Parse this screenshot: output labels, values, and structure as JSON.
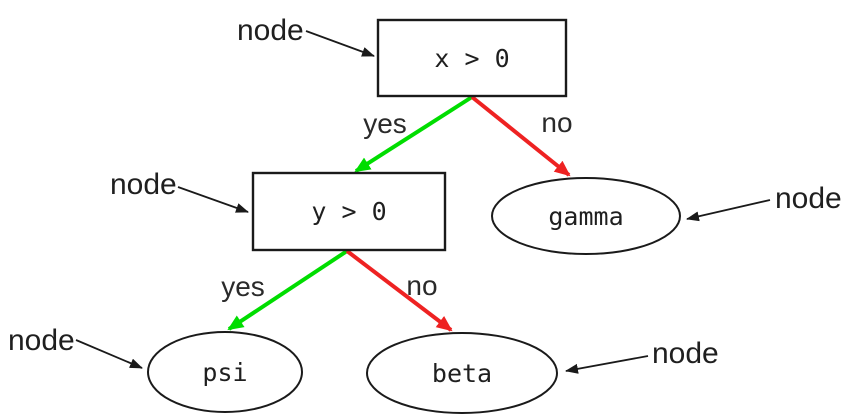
{
  "diagram": {
    "type": "decision-tree",
    "background": "#ffffff",
    "colors": {
      "yes_edge": "#00dd00",
      "no_edge": "#ee2222",
      "outline": "#1a1a1a",
      "text": "#1f1f1f"
    },
    "nodes": {
      "root": {
        "label": "x > 0",
        "shape": "rectangle"
      },
      "internal": {
        "label": "y > 0",
        "shape": "rectangle"
      },
      "gamma": {
        "label": "gamma",
        "shape": "ellipse"
      },
      "psi": {
        "label": "psi",
        "shape": "ellipse"
      },
      "beta": {
        "label": "beta",
        "shape": "ellipse"
      }
    },
    "edges": {
      "root_yes": {
        "label": "yes",
        "from": "root",
        "to": "internal"
      },
      "root_no": {
        "label": "no",
        "from": "root",
        "to": "gamma"
      },
      "internal_yes": {
        "label": "yes",
        "from": "internal",
        "to": "psi"
      },
      "internal_no": {
        "label": "no",
        "from": "internal",
        "to": "beta"
      }
    },
    "annotations": {
      "root": "node",
      "internal": "node",
      "gamma": "node",
      "psi": "node",
      "beta": "node"
    }
  }
}
